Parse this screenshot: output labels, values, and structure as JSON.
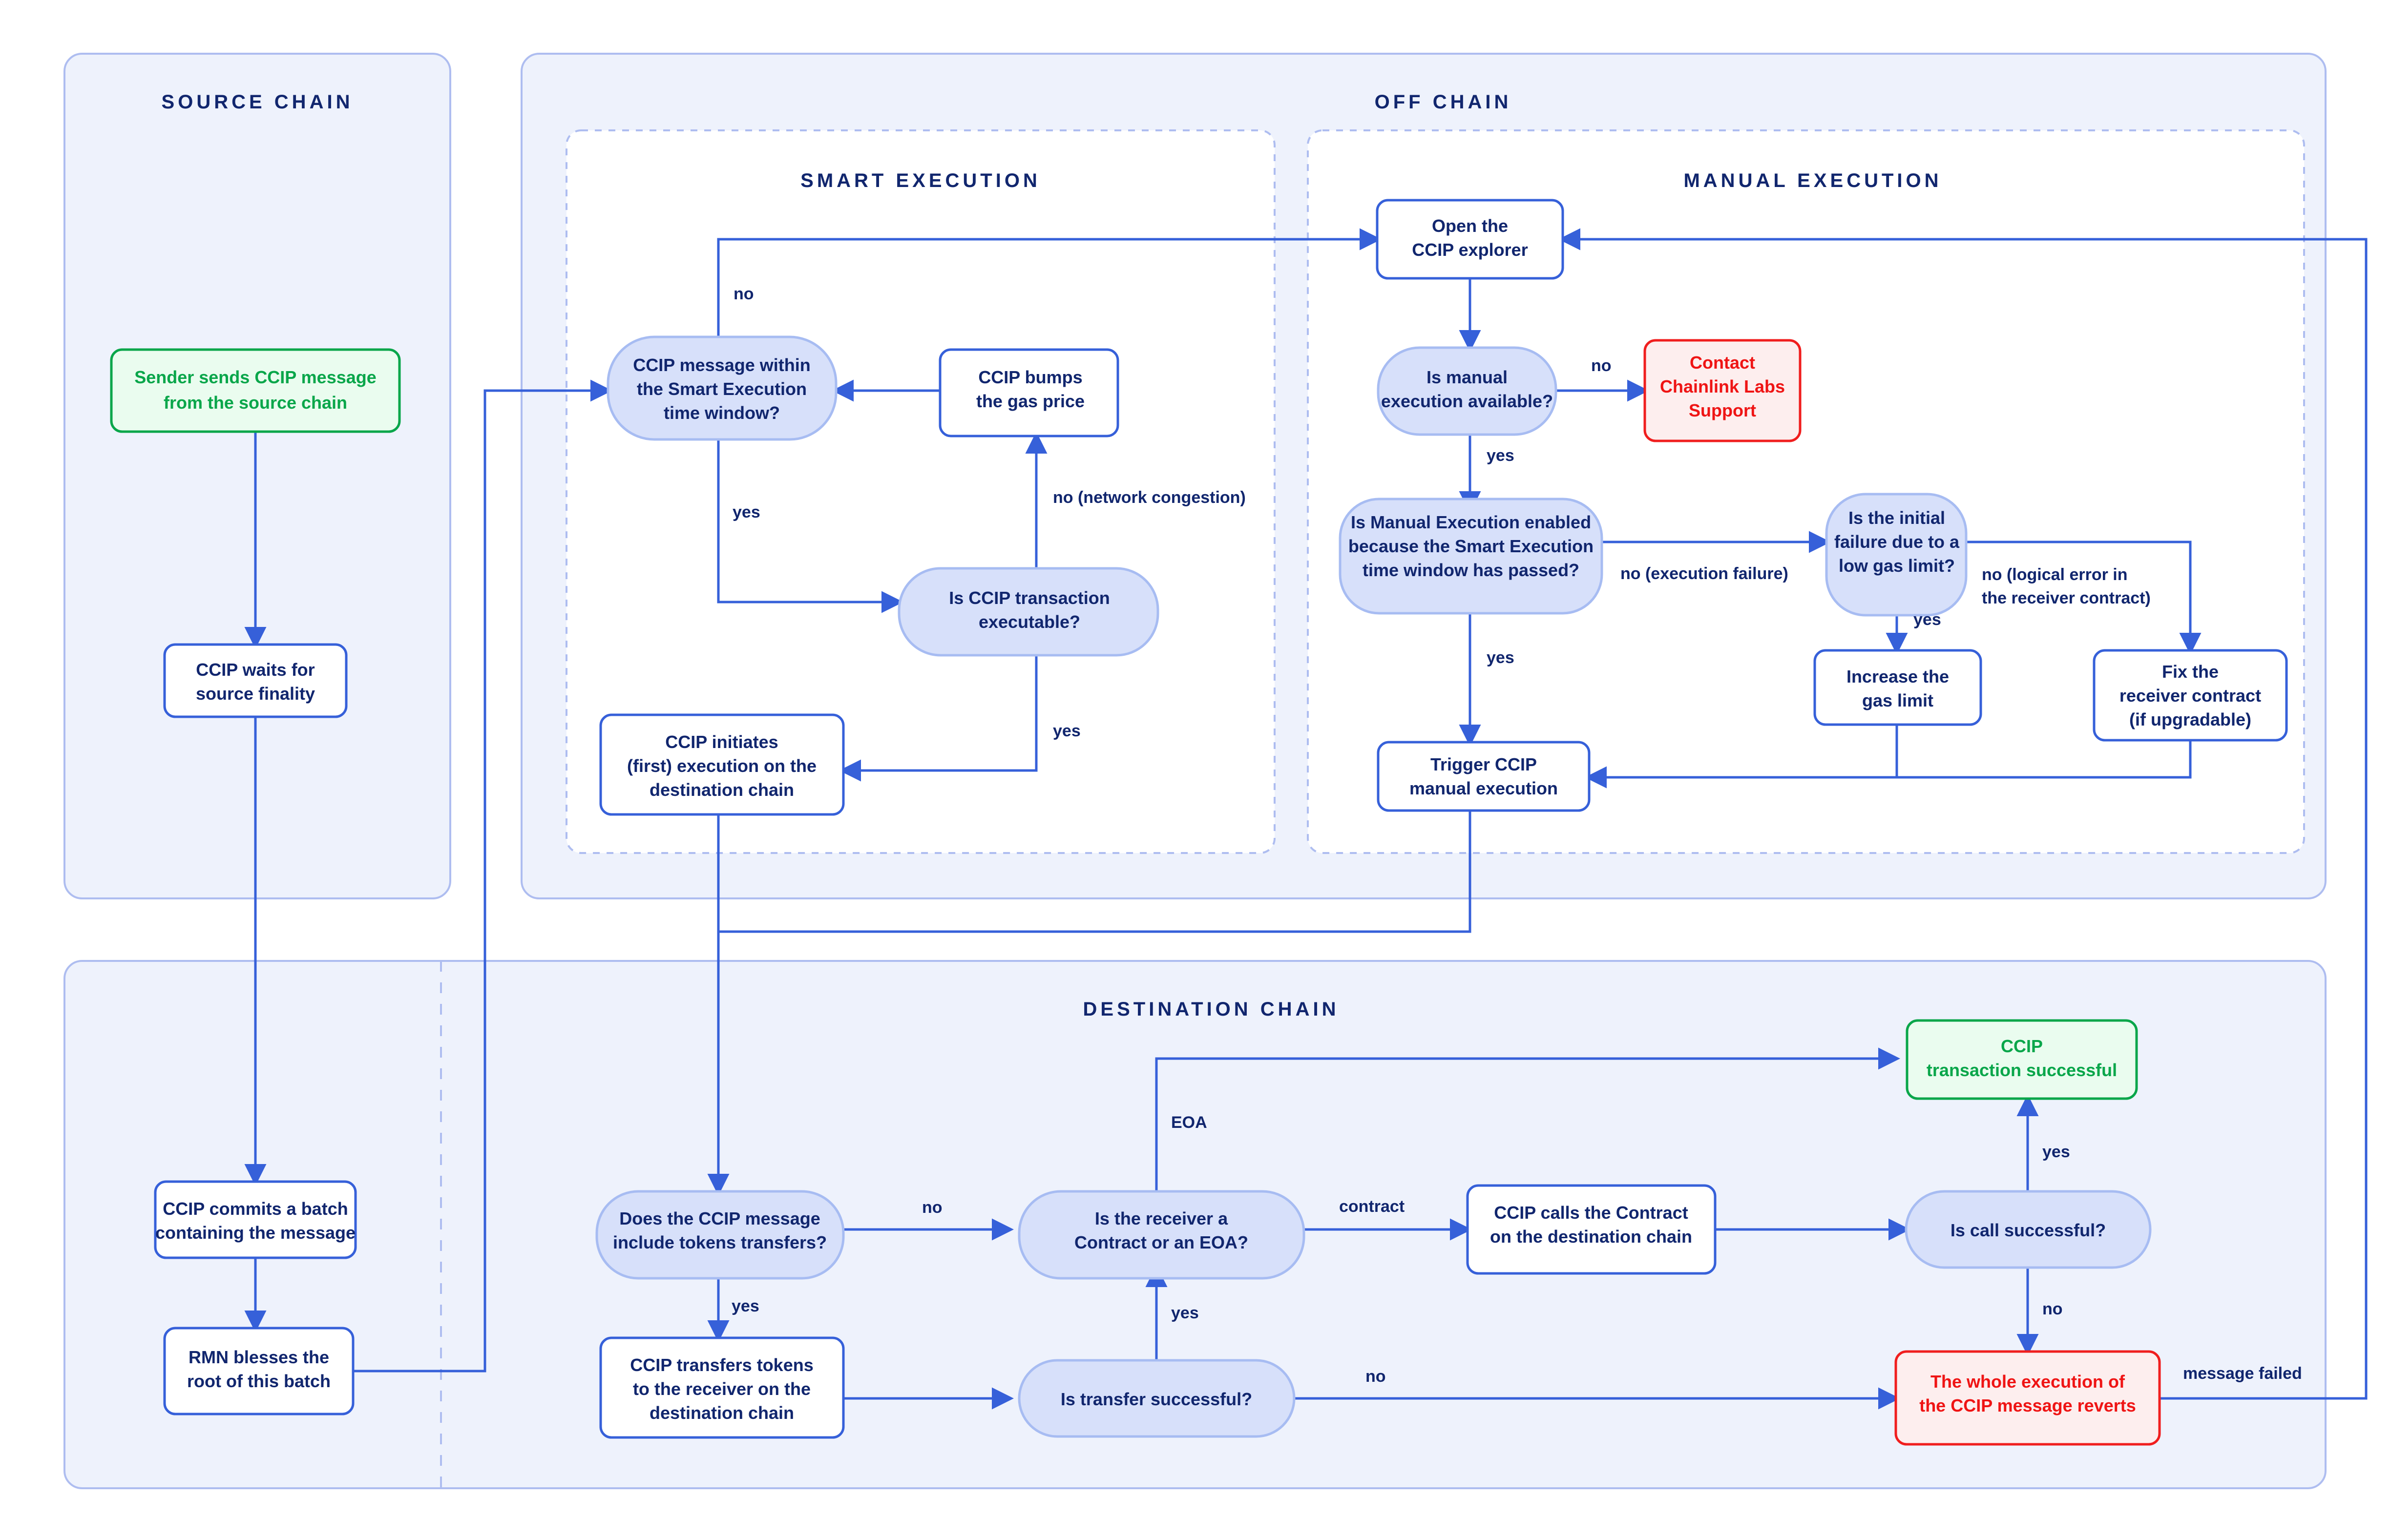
{
  "groups": {
    "source_chain": "SOURCE CHAIN",
    "off_chain": "OFF CHAIN",
    "smart_execution": "SMART EXECUTION",
    "manual_execution": "MANUAL EXECUTION",
    "destination_chain": "DESTINATION CHAIN"
  },
  "nodes": {
    "sender_sends": [
      "Sender sends CCIP message",
      "from the source chain"
    ],
    "waits_finality": [
      "CCIP waits for",
      "source finality"
    ],
    "commits_batch": [
      "CCIP commits a batch",
      "containing the message"
    ],
    "rmn_blesses": [
      "RMN blesses the",
      "root of this batch"
    ],
    "msg_within_window": [
      "CCIP message within",
      "the Smart Execution",
      "time window?"
    ],
    "bumps_gas": [
      "CCIP bumps",
      "the gas price"
    ],
    "is_executable": [
      "Is CCIP transaction",
      "executable?"
    ],
    "initiates_execution": [
      "CCIP initiates",
      "(first) execution on the",
      "destination chain"
    ],
    "open_explorer": [
      "Open the",
      "CCIP explorer"
    ],
    "manual_available": [
      "Is manual",
      "execution available?"
    ],
    "contact_support": [
      "Contact",
      "Chainlink Labs",
      "Support"
    ],
    "manual_enabled": [
      "Is Manual Execution enabled",
      "because the Smart Execution",
      "time window has passed?"
    ],
    "initial_failure": [
      "Is the initial",
      "failure due to a",
      "low gas limit?"
    ],
    "increase_gas": [
      "Increase the",
      "gas limit"
    ],
    "fix_receiver": [
      "Fix the",
      "receiver contract",
      "(if upgradable)"
    ],
    "trigger_manual": [
      "Trigger CCIP",
      "manual execution"
    ],
    "includes_tokens": [
      "Does the CCIP message",
      "include tokens transfers?"
    ],
    "transfers_tokens": [
      "CCIP transfers tokens",
      "to the receiver on the",
      "destination chain"
    ],
    "is_transfer_ok": [
      "Is transfer successful?"
    ],
    "receiver_type": [
      "Is the receiver a",
      "Contract or an EOA?"
    ],
    "calls_contract": [
      "CCIP calls the Contract",
      "on the destination chain"
    ],
    "is_call_ok": [
      "Is call successful?"
    ],
    "tx_successful": [
      "CCIP",
      "transaction successful"
    ],
    "whole_reverts": [
      "The whole execution of",
      "the CCIP message reverts"
    ]
  },
  "edge_labels": {
    "no_window": "no",
    "yes_window": "yes",
    "no_congestion": "no (network congestion)",
    "yes_executable": "yes",
    "no_manual": "no",
    "yes_manual": "yes",
    "no_exec_failure": "no (execution failure)",
    "yes_manual_enabled": "yes",
    "yes_low_gas": "yes",
    "no_logical_error_1": "no (logical error in",
    "no_logical_error_2": "the receiver contract)",
    "no_tokens": "no",
    "yes_tokens": "yes",
    "yes_transfer": "yes",
    "no_transfer": "no",
    "eoa": "EOA",
    "contract": "contract",
    "yes_call": "yes",
    "no_call": "no",
    "message_failed": "message failed"
  },
  "colors": {
    "panel_fill": "#eef2fc",
    "panel_stroke": "#aebdf0",
    "edge": "#3660d9",
    "decision_fill": "#d7e0fa",
    "success": "#09a64a",
    "error": "#f01e1e",
    "text": "#11266e"
  }
}
